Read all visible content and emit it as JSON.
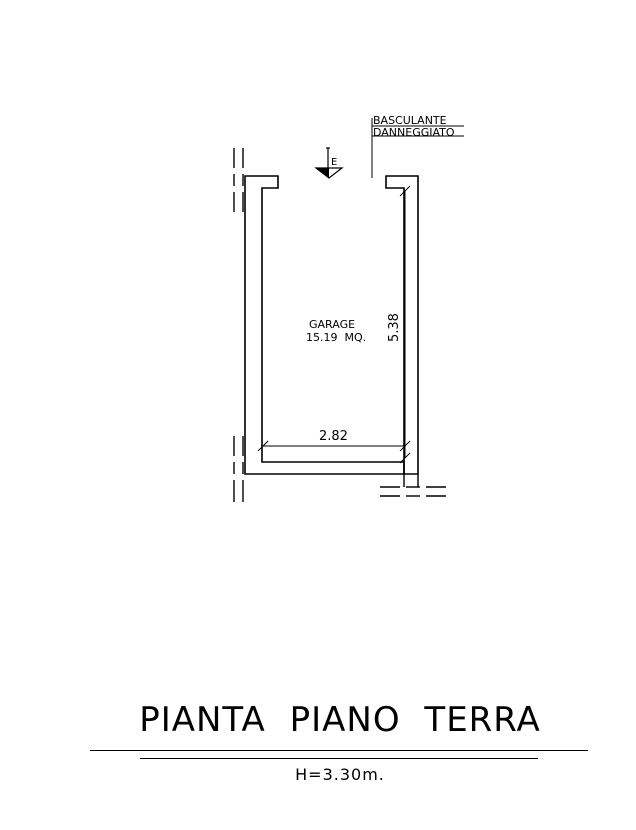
{
  "plan": {
    "door_note_line1": "BASCULANTE",
    "door_note_line2": "DANNEGGIATO",
    "entrance_mark": "E",
    "room_name": "GARAGE",
    "room_area": "15.19  MQ.",
    "dim_width": "2.82",
    "dim_length": "5.38"
  },
  "footer": {
    "title_words": [
      "PIANTA",
      "PIANO",
      "TERRA"
    ],
    "height_label": "H=3.30m."
  },
  "colors": {
    "ink": "#000000",
    "paper": "#ffffff"
  }
}
